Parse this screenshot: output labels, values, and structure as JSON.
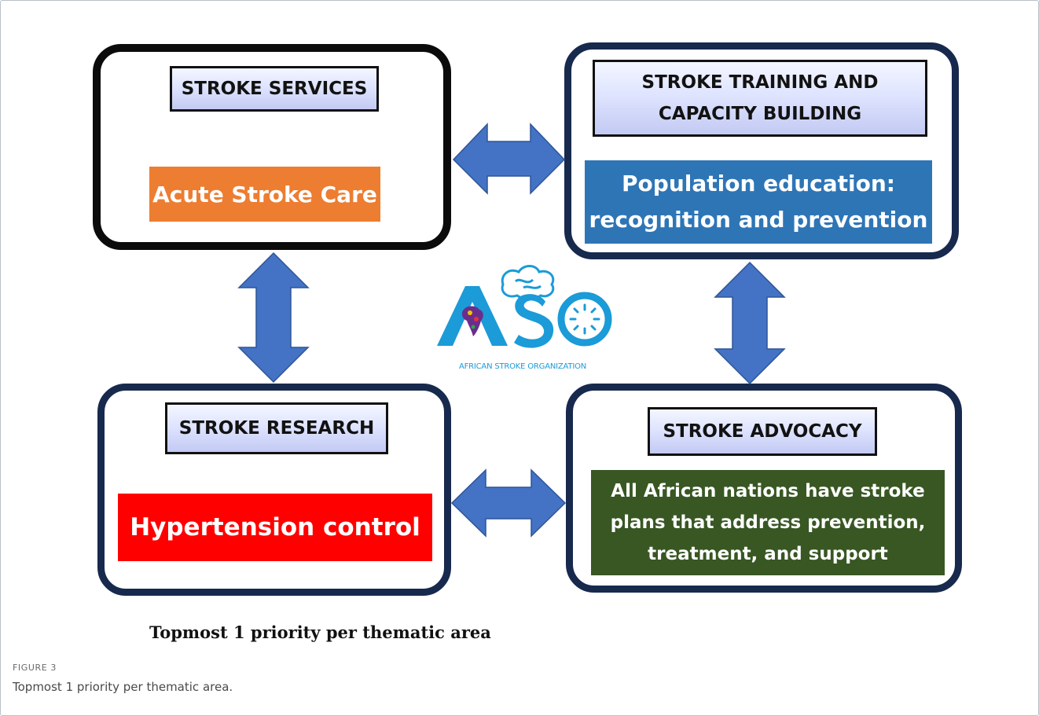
{
  "diagram": {
    "quadrants": [
      {
        "id": "services",
        "header": "STROKE SERVICES",
        "priority": "Acute Stroke Care",
        "priority_color": "#ed7d31"
      },
      {
        "id": "training",
        "header_lines": [
          "STROKE TRAINING AND",
          "CAPACITY BUILDING"
        ],
        "priority_lines": [
          "Population education:",
          "recognition and prevention"
        ],
        "priority_color": "#2e75b6"
      },
      {
        "id": "research",
        "header": "STROKE RESEARCH",
        "priority": "Hypertension control",
        "priority_color": "#ff0000"
      },
      {
        "id": "advocacy",
        "header": "STROKE ADVOCACY",
        "priority_lines": [
          "All African nations have stroke",
          "plans that address prevention,",
          "treatment, and support"
        ],
        "priority_color": "#385723"
      }
    ],
    "arrow_color": "#4472c4",
    "logo": {
      "letters": "ASO",
      "name": "AFRICAN STROKE ORGANIZATION",
      "color": "#1b9bd7"
    },
    "caption": "Topmost 1 priority per thematic area"
  },
  "figure": {
    "label": "FIGURE 3",
    "caption": "Topmost 1 priority per thematic area."
  }
}
